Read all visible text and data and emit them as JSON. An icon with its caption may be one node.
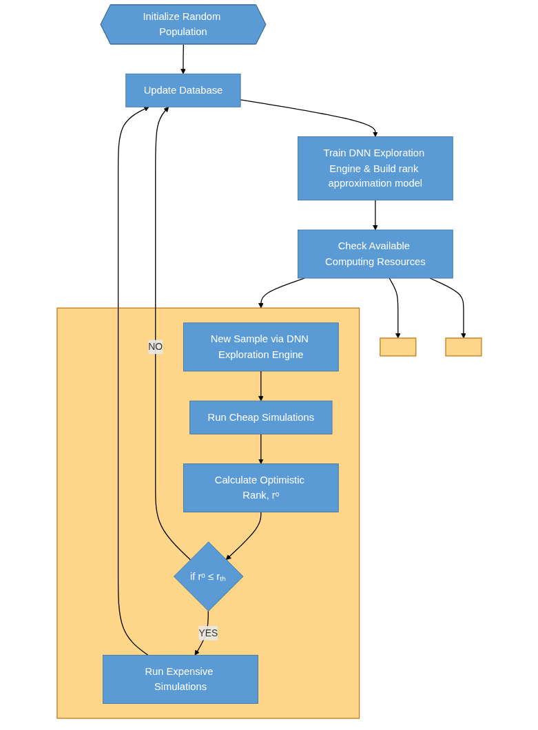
{
  "diagram": {
    "nodes": [
      {
        "text": [
          "Initialize Random Population"
        ]
      },
      {
        "text": [
          "Update Database"
        ]
      },
      {
        "text": [
          "Train DNN Exploration Engine & Build rank approximation model"
        ]
      },
      {
        "text": [
          "Check Available Computing Resources"
        ]
      },
      {
        "text": [],
        "shape": "box"
      },
      {
        "text": [],
        "shape": "box"
      },
      {
        "text": [],
        "shape": "box"
      },
      {
        "text": [
          "New Sample via DNN Exploration Engine"
        ],
        "in": 6
      },
      {
        "text": [
          "Run Cheap Simulations"
        ],
        "in": 6
      },
      {
        "text": [
          "Calculate Optimistic Rank, rᵒ"
        ],
        "in": 6
      },
      {
        "text": [
          "if rᵒ ≤ rₜₕ"
        ],
        "in": 6
      },
      {
        "text": [
          "Run Expensive Simulations"
        ],
        "in": 6
      }
    ],
    "edges": [
      {
        "from": 0,
        "to": 1,
        "arrow": "to"
      },
      {
        "from": 1,
        "to": 2,
        "arrow": "to"
      },
      {
        "from": 2,
        "to": 3,
        "arrow": "to"
      },
      {
        "from": 3,
        "to": 6,
        "arrow": "to"
      },
      {
        "from": 3,
        "to": 5,
        "arrow": "to"
      },
      {
        "from": 3,
        "to": 4,
        "arrow": "to"
      },
      {
        "from": 7,
        "to": 8,
        "arrow": "to"
      },
      {
        "from": 8,
        "to": 9,
        "arrow": "to"
      },
      {
        "from": 9,
        "to": 10,
        "arrow": "to"
      },
      {
        "from": 10,
        "to": 11,
        "arrow": "to",
        "label": "YES"
      },
      {
        "from": 10,
        "to": 1,
        "arrow": "to",
        "label": "NO"
      },
      {
        "from": 11,
        "to": 1,
        "arrow": "to"
      }
    ]
  }
}
